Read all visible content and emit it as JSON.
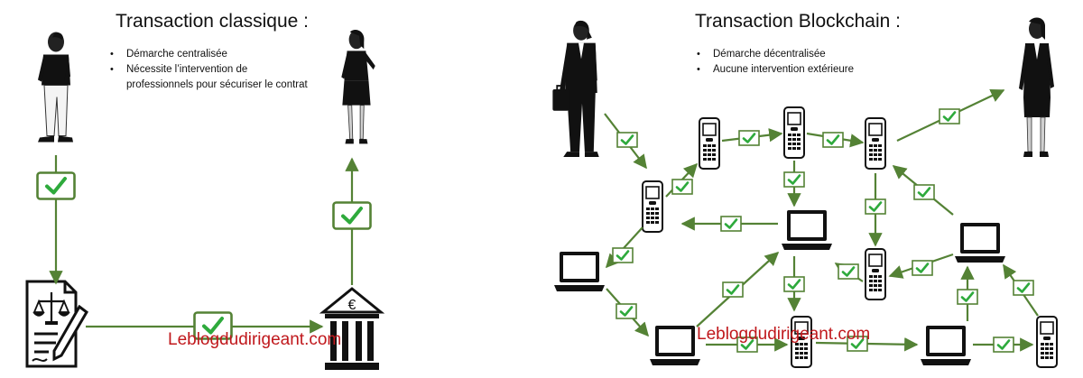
{
  "left": {
    "title": "Transaction classique :",
    "bullets": [
      "Démarche centralisée",
      "Nécessite l’intervention de",
      "professionnels pour sécuriser le contrat"
    ]
  },
  "right": {
    "title": "Transaction Blockchain :",
    "bullets": [
      "Démarche décentralisée",
      "Aucune intervention extérieure"
    ]
  },
  "watermark": "Leblogdudirigeant.com",
  "bank_symbol": "€",
  "colors": {
    "arrow": "#548235",
    "check": "#2eaa3c",
    "watermark": "#c0181c"
  },
  "icons": [
    "man-icon",
    "businesswoman-icon",
    "contract-icon",
    "bank-icon",
    "businessman-icon",
    "phone-icon",
    "laptop-icon",
    "check-badge-icon"
  ]
}
